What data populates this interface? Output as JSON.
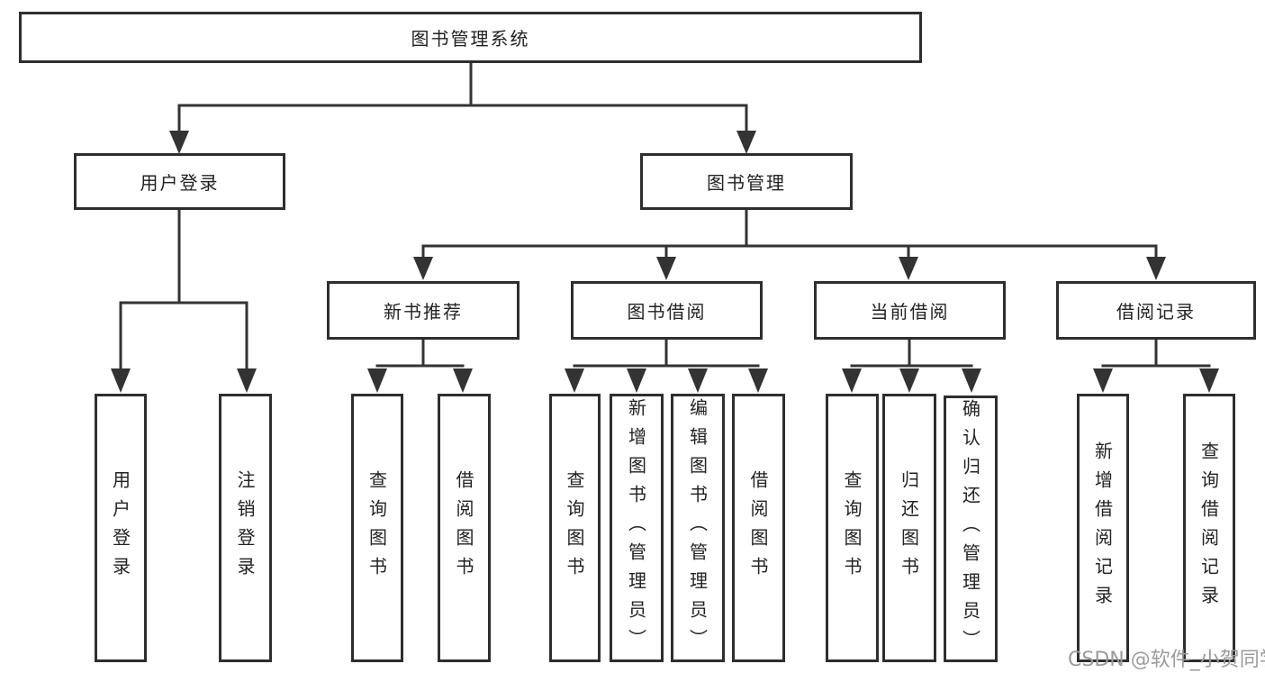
{
  "tree": {
    "label": "图书管理系统",
    "children": [
      {
        "label": "用户登录",
        "children": [
          {
            "label": "用户登录"
          },
          {
            "label": "注销登录"
          }
        ]
      },
      {
        "label": "图书管理",
        "children": [
          {
            "label": "新书推荐",
            "children": [
              {
                "label": "查询图书"
              },
              {
                "label": "借阅图书"
              }
            ]
          },
          {
            "label": "图书借阅",
            "children": [
              {
                "label": "查询图书"
              },
              {
                "label": "新增图书（管理员）"
              },
              {
                "label": "编辑图书（管理员）"
              },
              {
                "label": "借阅图书"
              }
            ]
          },
          {
            "label": "当前借阅",
            "children": [
              {
                "label": "查询图书"
              },
              {
                "label": "归还图书"
              },
              {
                "label": "确认归还（管理员）"
              }
            ]
          },
          {
            "label": "借阅记录",
            "children": [
              {
                "label": "新增借阅记录"
              },
              {
                "label": "查询借阅记录"
              }
            ]
          }
        ]
      }
    ]
  },
  "watermark": {
    "text": "CSDN @软件_小贺同学"
  },
  "colors": {
    "box_border": "#2e2e2e",
    "connector_line": "#333333",
    "text": "#222222",
    "watermark_text": "#9b9b9b",
    "background": "#ffffff"
  }
}
